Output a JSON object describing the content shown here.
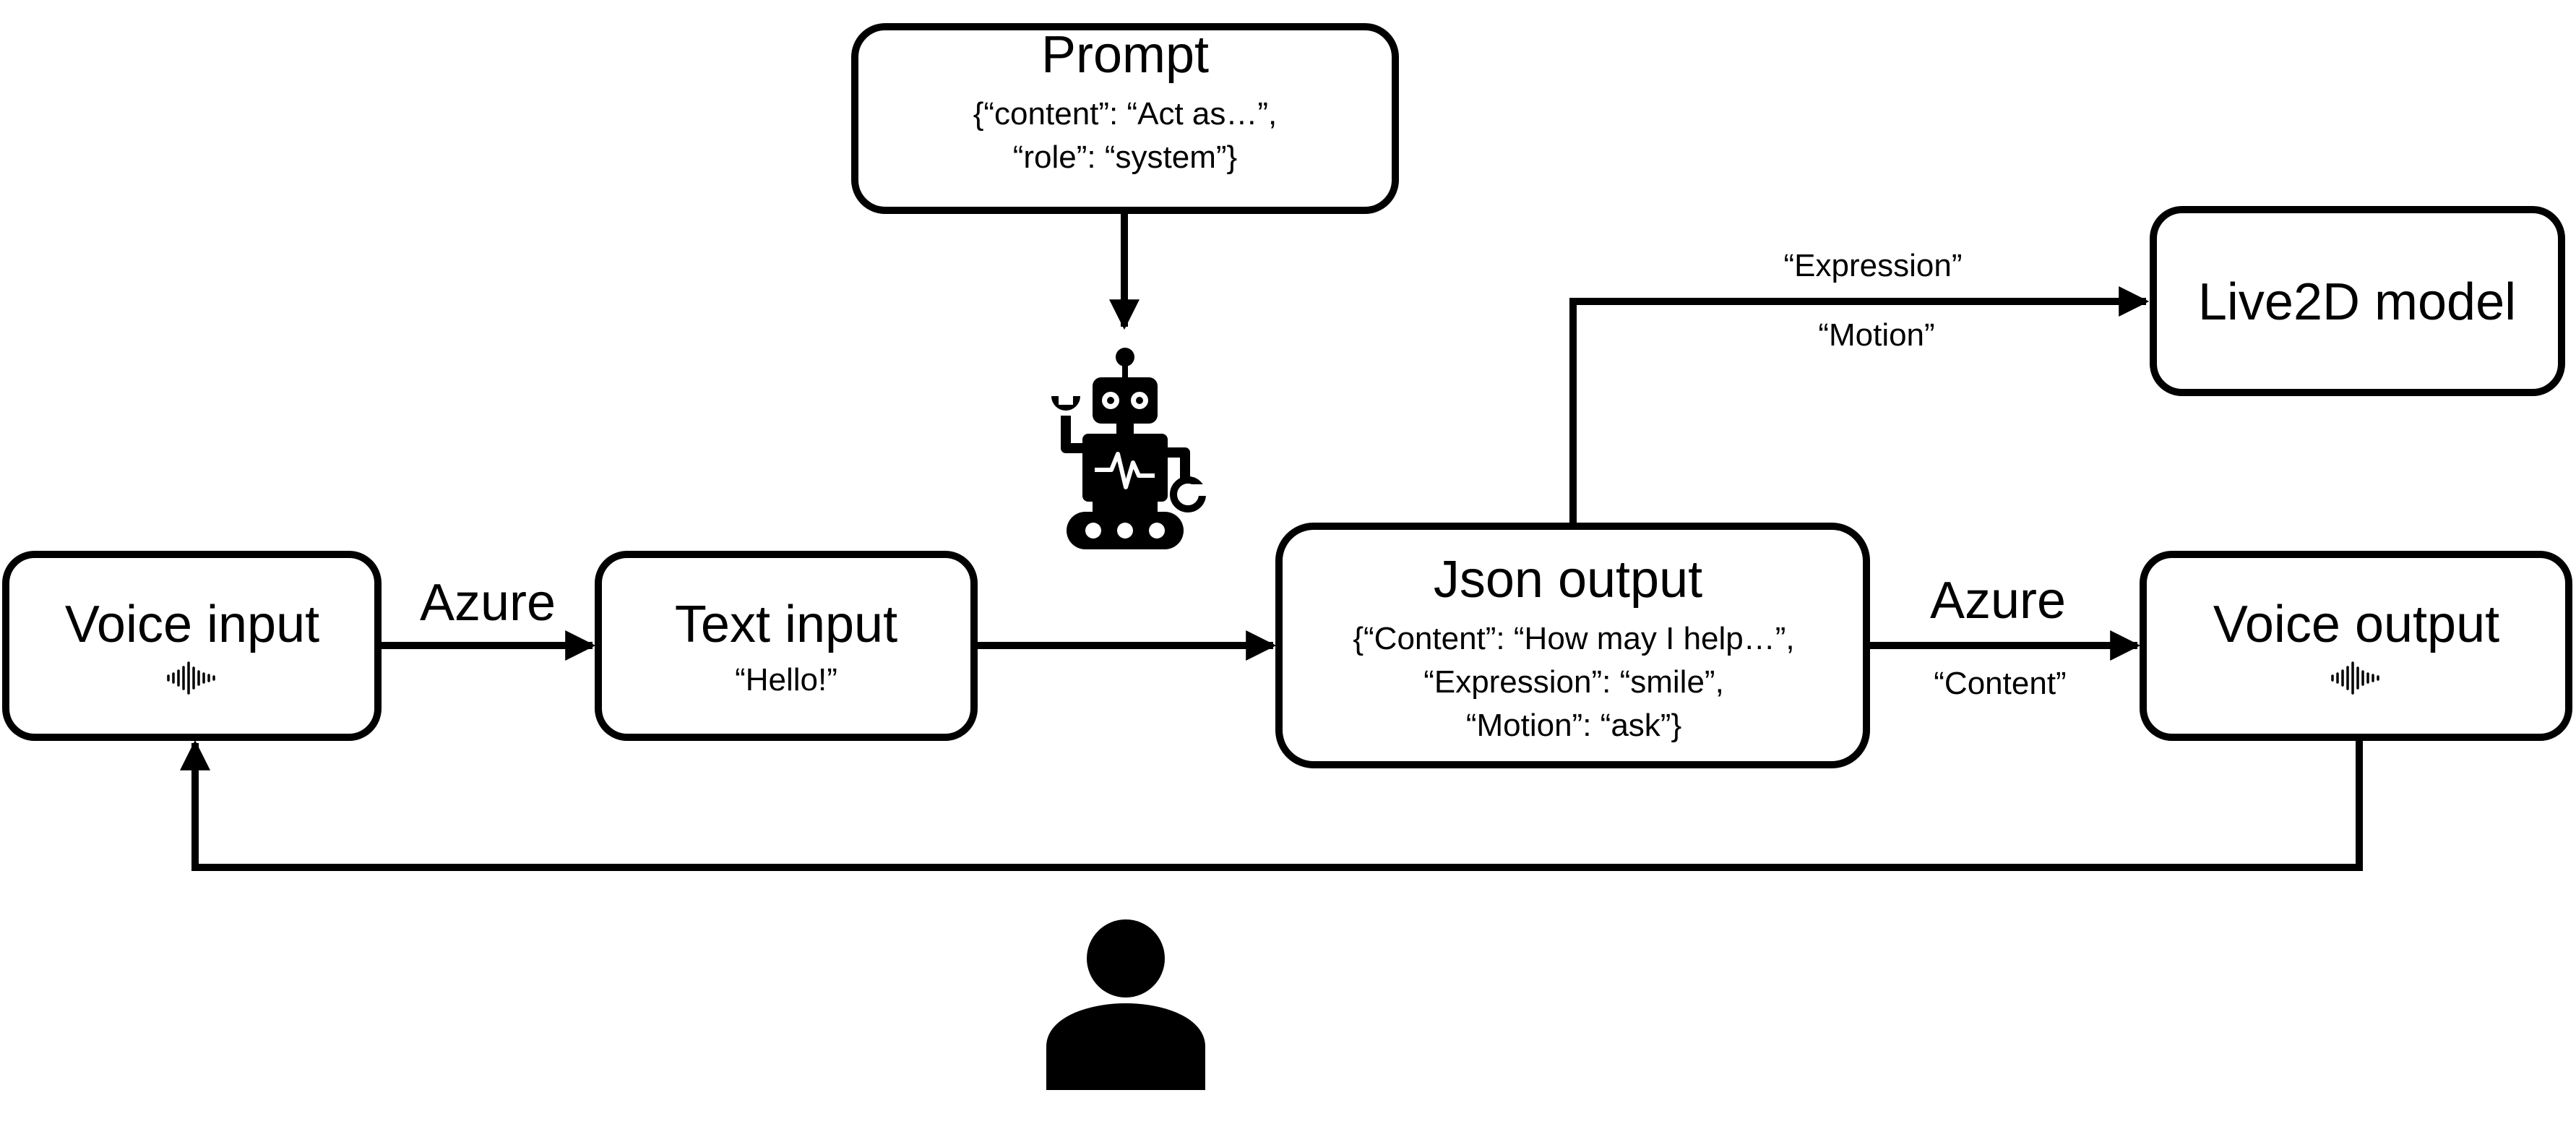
{
  "nodes": {
    "prompt": {
      "title": "Prompt",
      "lines": [
        "{“content”: “Act as…”,",
        "“role”: “system”}"
      ]
    },
    "voice_input": {
      "title": "Voice input"
    },
    "text_input": {
      "title": "Text input",
      "lines": [
        "“Hello!”"
      ]
    },
    "json_output": {
      "title": "Json output",
      "lines": [
        "{“Content”: “How may I help…”,",
        "“Expression”: “smile”,",
        "“Motion”: “ask”}"
      ]
    },
    "voice_output": {
      "title": "Voice output"
    },
    "live2d": {
      "title": "Live2D model"
    }
  },
  "edges": {
    "voice_to_text": {
      "label": "Azure"
    },
    "json_to_voice": {
      "label": "Azure",
      "sublabel": "“Content”"
    },
    "json_to_live2d": {
      "label_top": "“Expression”",
      "label_bottom": "“Motion”"
    }
  },
  "icons": [
    "sound-wave-icon",
    "robot-icon",
    "user-icon"
  ]
}
